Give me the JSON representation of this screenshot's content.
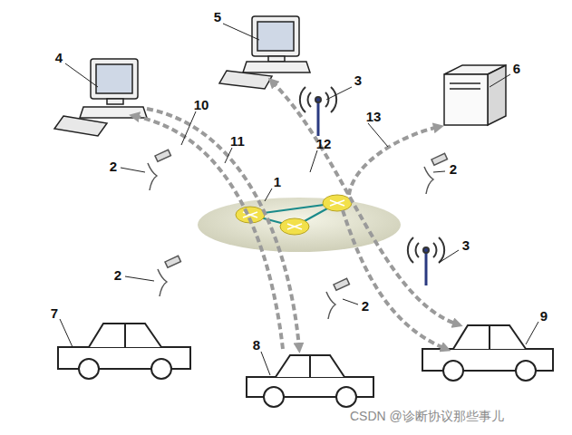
{
  "diagram": {
    "labels": [
      "5",
      "4",
      "3",
      "6",
      "10",
      "13",
      "11",
      "12",
      "2",
      "2",
      "1",
      "3",
      "2",
      "2",
      "7",
      "9",
      "8",
      "CSDN @诊断协议那些事儿"
    ]
  }
}
